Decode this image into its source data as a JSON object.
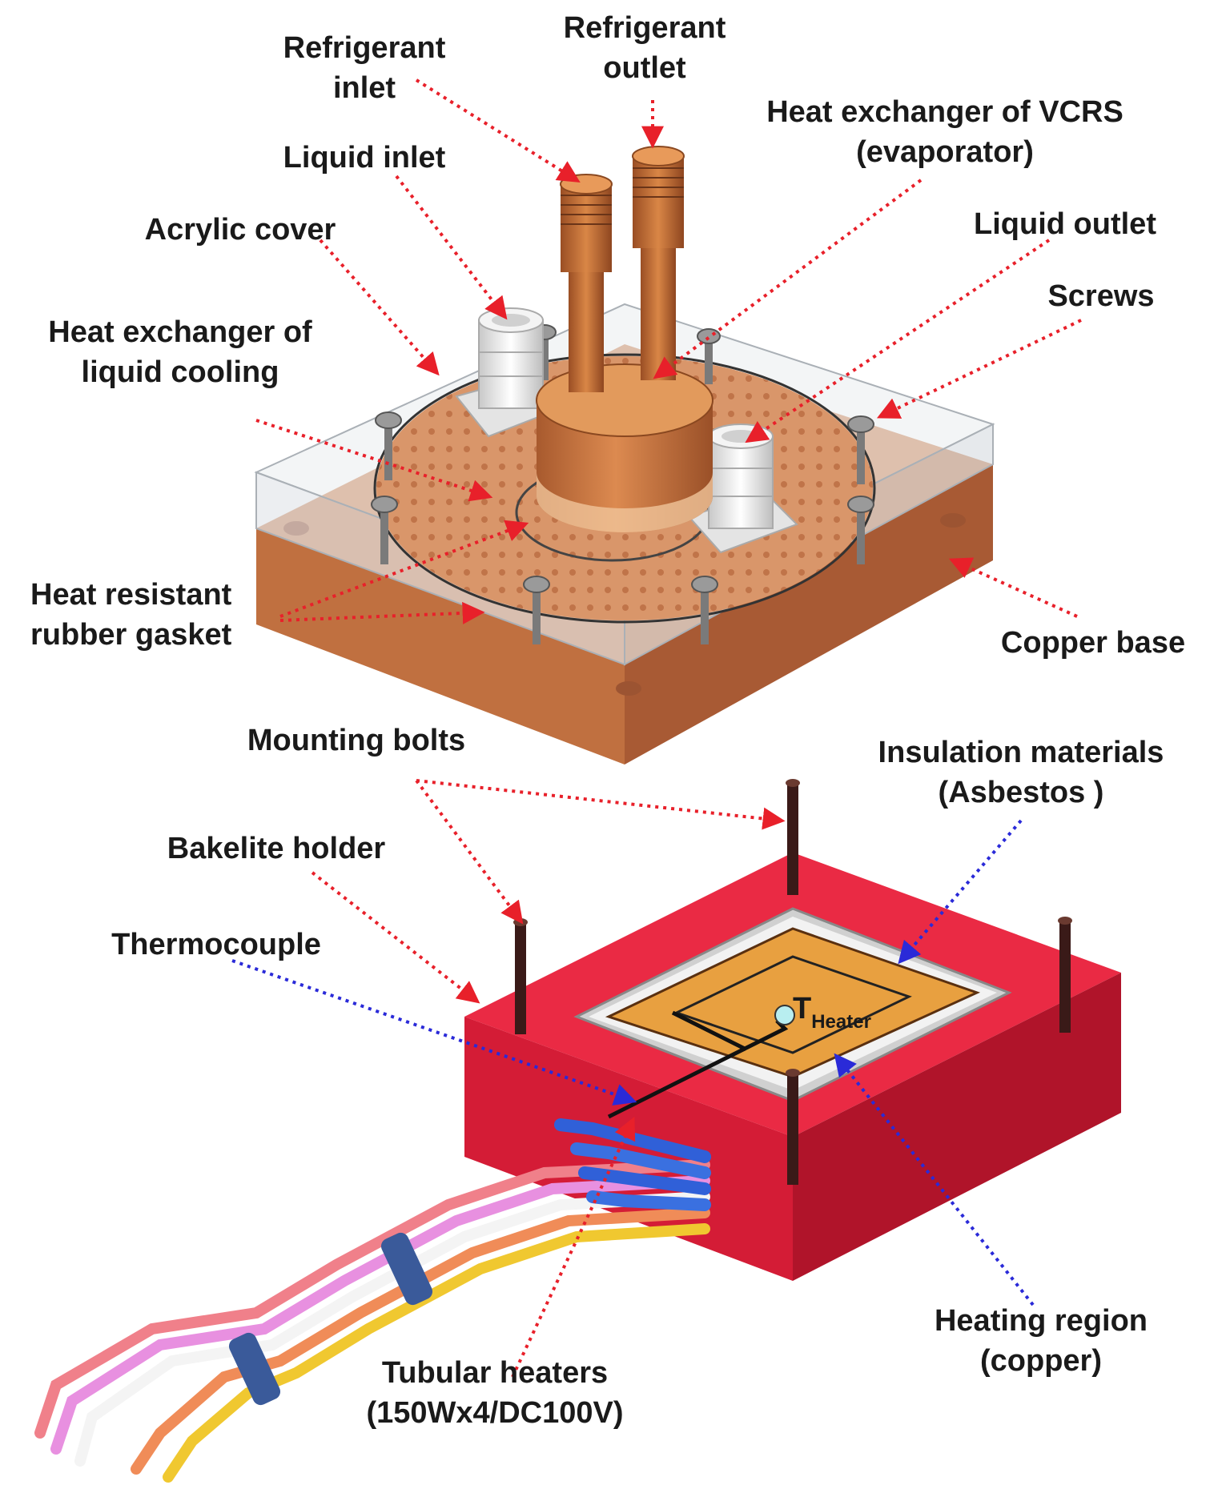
{
  "labels": {
    "refrigerant_inlet": [
      "Refrigerant",
      "inlet"
    ],
    "refrigerant_outlet": [
      "Refrigerant",
      "outlet"
    ],
    "hx_vcrs": [
      "Heat exchanger of VCRS",
      "(evaporator)"
    ],
    "liquid_inlet": [
      "Liquid inlet"
    ],
    "acrylic_cover": [
      "Acrylic cover"
    ],
    "liquid_outlet": [
      "Liquid outlet"
    ],
    "screws": [
      "Screws"
    ],
    "hx_liquid": [
      "Heat exchanger of",
      "liquid cooling"
    ],
    "gasket": [
      "Heat resistant",
      "rubber gasket"
    ],
    "copper_base": [
      "Copper base"
    ],
    "mounting_bolts": [
      "Mounting bolts"
    ],
    "insulation": [
      "Insulation materials",
      "(Asbestos )"
    ],
    "bakelite": [
      "Bakelite holder"
    ],
    "thermocouple": [
      "Thermocouple"
    ],
    "heating_region": [
      "Heating region",
      "(copper)"
    ],
    "heaters": [
      "Tubular heaters",
      "(150Wx4/DC100V)"
    ]
  },
  "symbol": {
    "main": "T",
    "subscript": "Heater"
  },
  "colors": {
    "copper": "#c8794a",
    "copper_dark": "#9c5432",
    "bakelite": "#e8203a",
    "bakelite_dark": "#b0142a",
    "acrylic": "#e6e9ec",
    "fitting": "#f2f2f2",
    "red_leader": "#e8202a",
    "blue_leader": "#2a2ad8",
    "bolt": "#3a1a18"
  }
}
